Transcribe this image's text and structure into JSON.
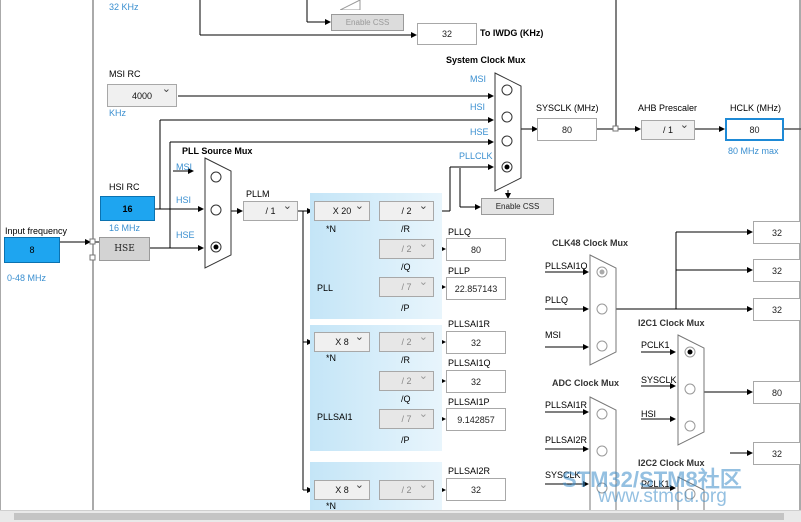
{
  "top": {
    "khz_label": "32 KHz",
    "enable_css_top": "Enable CSS",
    "iwdg_value": "32",
    "iwdg_label": "To IWDG (KHz)"
  },
  "system_clock_mux": {
    "title": "System Clock Mux",
    "inputs": [
      "MSI",
      "HSI",
      "HSE",
      "PLLCLK"
    ],
    "enable_css": "Enable CSS"
  },
  "msi": {
    "label": "MSI RC",
    "value": "4000",
    "unit": "KHz"
  },
  "hsi": {
    "label": "HSI RC",
    "value": "16",
    "sub": "16 MHz"
  },
  "hse": {
    "label": "HSE"
  },
  "input_frequency": {
    "label": "Input frequency",
    "value": "8",
    "range": "0-48 MHz"
  },
  "sysclk": {
    "label": "SYSCLK (MHz)",
    "value": "80"
  },
  "ahb": {
    "label": "AHB Prescaler",
    "value": "/ 1"
  },
  "hclk": {
    "label": "HCLK (MHz)",
    "value": "80",
    "max": "80 MHz max"
  },
  "pll_source_mux": {
    "title": "PLL Source Mux",
    "inputs": [
      "MSI",
      "HSI",
      "HSE"
    ]
  },
  "pllm": {
    "label": "PLLM",
    "value": "/ 1"
  },
  "pll": {
    "name": "PLL",
    "n_value": "X 20",
    "n_label": "*N",
    "r_value": "/ 2",
    "r_label": "/R",
    "q_value": "/ 2",
    "q_label": "/Q",
    "p_value": "/ 7",
    "p_label": "/P",
    "pllq_label": "PLLQ",
    "pllq_value": "80",
    "pllp_label": "PLLP",
    "pllp_value": "22.857143"
  },
  "pllsai1": {
    "name": "PLLSAI1",
    "n_value": "X 8",
    "n_label": "*N",
    "r_value": "/ 2",
    "r_label": "/R",
    "q_value": "/ 2",
    "q_label": "/Q",
    "p_value": "/ 7",
    "p_label": "/P",
    "r_out_label": "PLLSAI1R",
    "r_out_value": "32",
    "q_out_label": "PLLSAI1Q",
    "q_out_value": "32",
    "p_out_label": "PLLSAI1P",
    "p_out_value": "9.142857"
  },
  "pllsai2": {
    "n_value": "X 8",
    "n_label": "*N",
    "r_value": "/ 2",
    "r_out_label": "PLLSAI2R",
    "r_out_value": "32"
  },
  "clk48_mux": {
    "title": "CLK48 Clock Mux",
    "inputs": [
      "PLLSAI1Q",
      "PLLQ",
      "MSI"
    ]
  },
  "adc_mux": {
    "title": "ADC Clock Mux",
    "inputs": [
      "PLLSAI1R",
      "PLLSAI2R",
      "SYSCLK"
    ]
  },
  "i2c1_mux": {
    "title": "I2C1 Clock Mux",
    "inputs": [
      "PCLK1",
      "SYSCLK",
      "HSI"
    ]
  },
  "i2c2_mux": {
    "title": "I2C2 Clock Mux",
    "inputs": [
      "PCLK1"
    ]
  },
  "outputs": [
    "32",
    "32",
    "32",
    "80",
    "32"
  ],
  "watermark": {
    "line1": "STM32/STM8社区",
    "line2": "www.stmcu.org"
  },
  "colors": {
    "accent": "#3a8fd0",
    "selected_fill": "#1ea5f0",
    "panel": "#c4e5f7"
  }
}
